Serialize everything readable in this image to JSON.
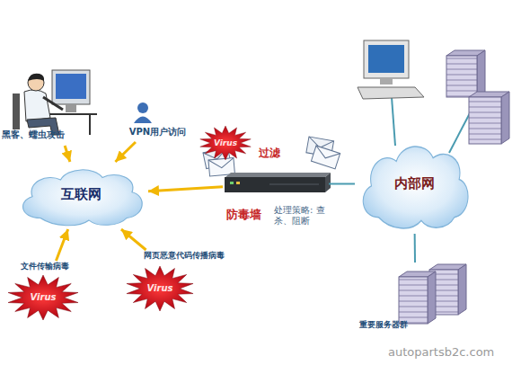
{
  "diagram": {
    "nodes": [
      {
        "text": [
          "黑客、蠕虫攻击"
        ]
      },
      {
        "text": [
          "VPN用户访问"
        ]
      },
      {
        "text": [
          "Virus"
        ]
      },
      {
        "text": [
          "互联网"
        ]
      },
      {
        "text": [
          "防毒墙"
        ]
      },
      {
        "text": [
          "内部网"
        ]
      },
      {
        "text": [
          "文件传输病毒",
          "Virus"
        ]
      },
      {
        "text": [
          "网页恶意代码传播病毒",
          "Virus"
        ]
      },
      {
        "text": [
          "重要服务器群"
        ]
      }
    ],
    "edges": [
      {
        "from": 0,
        "to": 3,
        "arrow": "to"
      },
      {
        "from": 1,
        "to": 3,
        "arrow": "to"
      },
      {
        "from": 4,
        "to": 3,
        "arrow": "to"
      },
      {
        "from": 4,
        "to": 5,
        "arrow": "none"
      },
      {
        "from": 6,
        "to": 3,
        "arrow": "to"
      },
      {
        "from": 7,
        "to": 3,
        "arrow": "to"
      },
      {
        "from": 5,
        "to": 8,
        "arrow": "none"
      }
    ],
    "labels": [
      "过滤",
      "处理策略: 查杀、阻断",
      "autopartsb2c.com"
    ]
  }
}
